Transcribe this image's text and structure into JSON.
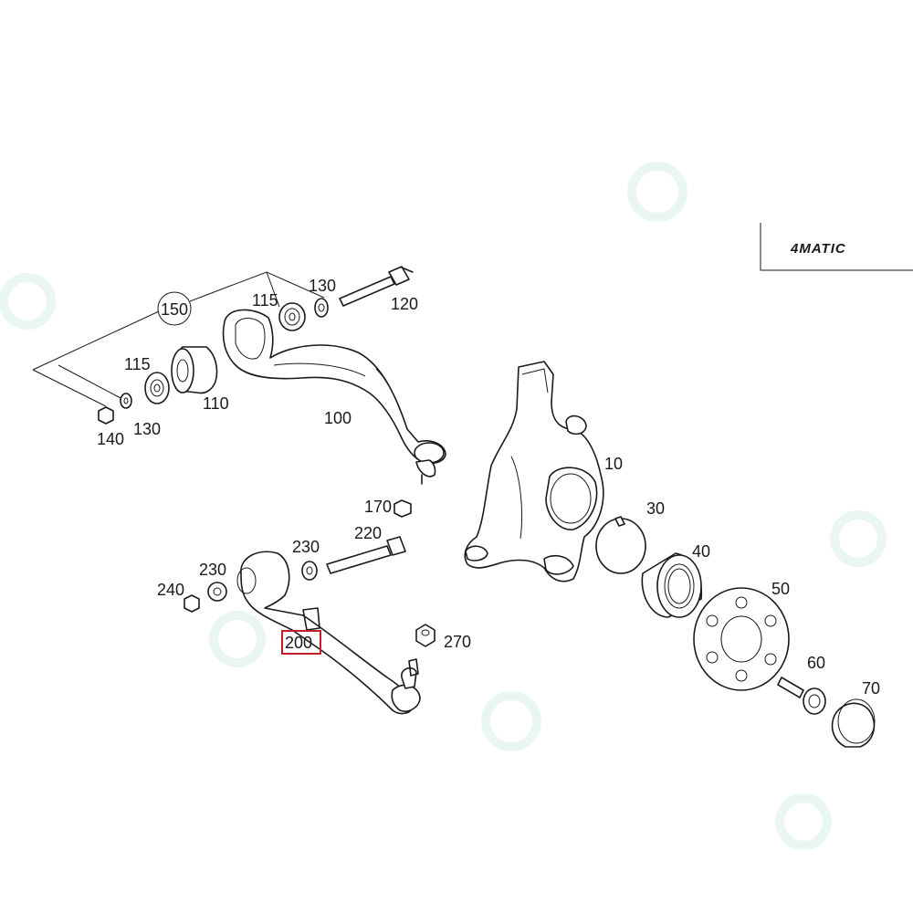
{
  "badge": {
    "text": "4MATIC"
  },
  "colors": {
    "line": "#1a1a1a",
    "highlight": "#c0202a",
    "watermark": "#d9efe4"
  },
  "highlighted_part": "200",
  "labels": {
    "p10": "10",
    "p30": "30",
    "p40": "40",
    "p50": "50",
    "p60": "60",
    "p70": "70",
    "p100": "100",
    "p110": "110",
    "p115a": "115",
    "p115b": "115",
    "p120": "120",
    "p130a": "130",
    "p130b": "130",
    "p140": "140",
    "p150": "150",
    "p170": "170",
    "p200": "200",
    "p220": "220",
    "p230a": "230",
    "p230b": "230",
    "p240": "240",
    "p270": "270"
  }
}
